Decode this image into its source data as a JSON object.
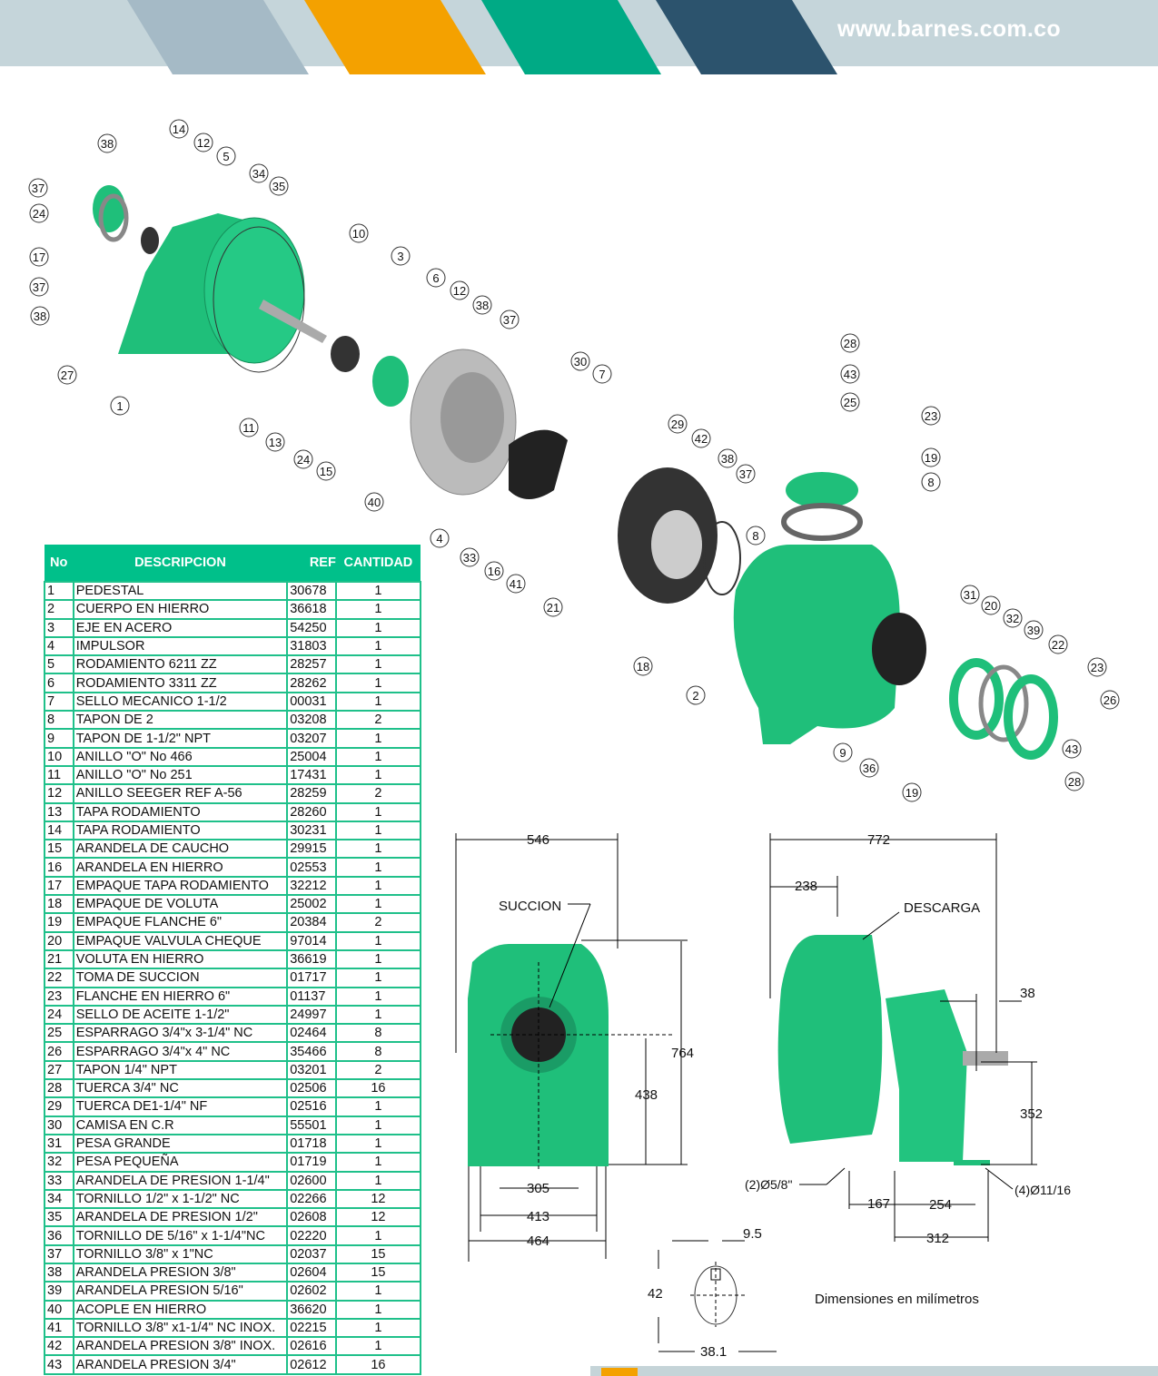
{
  "header": {
    "url": "www.barnes.com.co",
    "colors": [
      "#a5bac6",
      "#f4a100",
      "#00aa85",
      "#2c536d"
    ]
  },
  "table": {
    "headers": [
      "No",
      "DESCRIPCION",
      "REF",
      "CANTIDAD"
    ],
    "rows": [
      [
        "1",
        "PEDESTAL",
        "30678",
        "1"
      ],
      [
        "2",
        "CUERPO EN HIERRO",
        "36618",
        "1"
      ],
      [
        "3",
        "EJE EN ACERO",
        "54250",
        "1"
      ],
      [
        "4",
        "IMPULSOR",
        "31803",
        "1"
      ],
      [
        "5",
        "RODAMIENTO 6211 ZZ",
        "28257",
        "1"
      ],
      [
        "6",
        "RODAMIENTO 3311 ZZ",
        "28262",
        "1"
      ],
      [
        "7",
        "SELLO MECANICO 1-1/2",
        "00031",
        "1"
      ],
      [
        "8",
        "TAPON DE 2",
        "03208",
        "2"
      ],
      [
        "9",
        "TAPON DE 1-1/2\" NPT",
        "03207",
        "1"
      ],
      [
        "10",
        "ANILLO \"O\"   No 466",
        "25004",
        "1"
      ],
      [
        "11",
        "ANILLO \"O\"    No 251",
        "17431",
        "1"
      ],
      [
        "12",
        "ANILLO SEEGER REF A-56",
        "28259",
        "2"
      ],
      [
        "13",
        "TAPA RODAMIENTO",
        "28260",
        "1"
      ],
      [
        "14",
        "TAPA RODAMIENTO",
        "30231",
        "1"
      ],
      [
        "15",
        "ARANDELA DE CAUCHO",
        "29915",
        "1"
      ],
      [
        "16",
        "ARANDELA EN HIERRO",
        "02553",
        "1"
      ],
      [
        "17",
        "EMPAQUE TAPA RODAMIENTO",
        "32212",
        "1"
      ],
      [
        "18",
        "EMPAQUE DE VOLUTA",
        "25002",
        "1"
      ],
      [
        "19",
        "EMPAQUE FLANCHE 6\"",
        "20384",
        "2"
      ],
      [
        "20",
        "EMPAQUE VALVULA CHEQUE",
        "97014",
        "1"
      ],
      [
        "21",
        "VOLUTA EN HIERRO",
        "36619",
        "1"
      ],
      [
        "22",
        "TOMA DE SUCCION",
        "01717",
        "1"
      ],
      [
        "23",
        "FLANCHE EN HIERRO 6\"",
        "01137",
        "1"
      ],
      [
        "24",
        "SELLO DE ACEITE 1-1/2\"",
        "24997",
        "1"
      ],
      [
        "25",
        "ESPARRAGO 3/4\"x 3-1/4\" NC",
        "02464",
        "8"
      ],
      [
        "26",
        "ESPARRAGO 3/4\"x 4\" NC",
        "35466",
        "8"
      ],
      [
        "27",
        "TAPON 1/4\" NPT",
        "03201",
        "2"
      ],
      [
        "28",
        "TUERCA 3/4\" NC",
        "02506",
        "16"
      ],
      [
        "29",
        "TUERCA DE1-1/4\" NF",
        "02516",
        "1"
      ],
      [
        "30",
        "CAMISA EN C.R",
        "55501",
        "1"
      ],
      [
        "31",
        "PESA GRANDE",
        "01718",
        "1"
      ],
      [
        "32",
        "PESA PEQUEÑA",
        "01719",
        "1"
      ],
      [
        "33",
        "ARANDELA DE PRESION 1-1/4\"",
        "02600",
        "1"
      ],
      [
        "34",
        "TORNILLO 1/2\" x 1-1/2\" NC",
        "02266",
        "12"
      ],
      [
        "35",
        "ARANDELA DE PRESION 1/2\"",
        "02608",
        "12"
      ],
      [
        "36",
        "TORNILLO DE 5/16\" x 1-1/4\"NC",
        "02220",
        "1"
      ],
      [
        "37",
        "TORNILLO 3/8\" x 1\"NC",
        "02037",
        "15"
      ],
      [
        "38",
        "ARANDELA PRESION 3/8\"",
        "02604",
        "15"
      ],
      [
        "39",
        "ARANDELA PRESION 5/16\"",
        "02602",
        "1"
      ],
      [
        "40",
        "ACOPLE EN HIERRO",
        "36620",
        "1"
      ],
      [
        "41",
        "TORNILLO 3/8\" x1-1/4\" NC INOX.",
        "02215",
        "1"
      ],
      [
        "42",
        "ARANDELA PRESION 3/8\" INOX.",
        "02616",
        "1"
      ],
      [
        "43",
        "ARANDELA PRESION  3/4\"",
        "02612",
        "16"
      ]
    ]
  },
  "callouts": [
    "38",
    "14",
    "12",
    "5",
    "37",
    "34",
    "35",
    "24",
    "10",
    "17",
    "3",
    "37",
    "6",
    "12",
    "38",
    "38",
    "37",
    "27",
    "1",
    "30",
    "7",
    "11",
    "13",
    "24",
    "15",
    "40",
    "28",
    "43",
    "25",
    "29",
    "42",
    "23",
    "38",
    "37",
    "19",
    "8",
    "8",
    "4",
    "33",
    "16",
    "41",
    "21",
    "31",
    "20",
    "32",
    "39",
    "22",
    "18",
    "23",
    "2",
    "26",
    "43",
    "9",
    "36",
    "28",
    "19"
  ],
  "dimensions": {
    "front_width": "546",
    "side_width": "772",
    "side_offset": "238",
    "succion": "SUCCION",
    "descarga": "DESCARGA",
    "height_total": "764",
    "height_suction": "438",
    "shaft_gap": "38",
    "height_shaft": "352",
    "base_305": "305",
    "base_413": "413",
    "base_464": "464",
    "holes_front": "(2)Ø5/8\"",
    "d167": "167",
    "d254": "254",
    "d312": "312",
    "holes_side": "(4)Ø11/16",
    "key_width": "9.5",
    "key_height": "42",
    "shaft_dia": "38.1",
    "note": "Dimensiones en milímetros"
  }
}
